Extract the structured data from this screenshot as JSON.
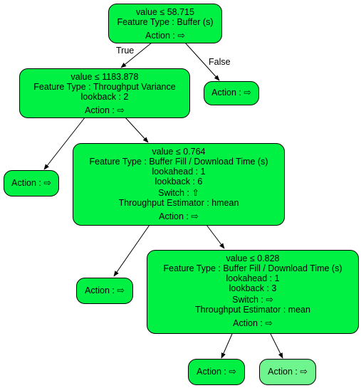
{
  "nodes": {
    "root": {
      "lines": [
        "value ≤ 58.715",
        "Feature Type : Buffer (s)",
        "Action : ⇨"
      ]
    },
    "n1": {
      "lines": [
        "value ≤ 1183.878",
        "Feature Type : Throughput Variance",
        "lookback : 2",
        "Action : ⇨"
      ]
    },
    "n2": {
      "lines": [
        "Action : ⇨"
      ]
    },
    "n3": {
      "lines": [
        "Action : ⇨"
      ]
    },
    "n4": {
      "lines": [
        "value ≤ 0.764",
        "Feature Type : Buffer Fill / Download Time (s)",
        "lookahead : 1",
        "lookback : 6",
        "Switch : ⇧",
        "Throughput Estimator : hmean",
        "Action : ⇨"
      ]
    },
    "n5": {
      "lines": [
        "Action : ⇨"
      ]
    },
    "n6": {
      "lines": [
        "value ≤ 0.828",
        "Feature Type : Buffer Fill / Download Time (s)",
        "lookahead : 1",
        "lookback : 3",
        "Switch : ⇨",
        "Throughput Estimator : mean",
        "Action : ⇨"
      ]
    },
    "n7": {
      "lines": [
        "Action : ⇨"
      ]
    },
    "n8": {
      "lines": [
        "Action : ⇨"
      ]
    }
  },
  "edge_labels": {
    "true_label": "True",
    "false_label": "False"
  },
  "colors": {
    "node_fill": "#00f044",
    "light_node_fill": "#6ef58d",
    "stroke": "#000000"
  }
}
